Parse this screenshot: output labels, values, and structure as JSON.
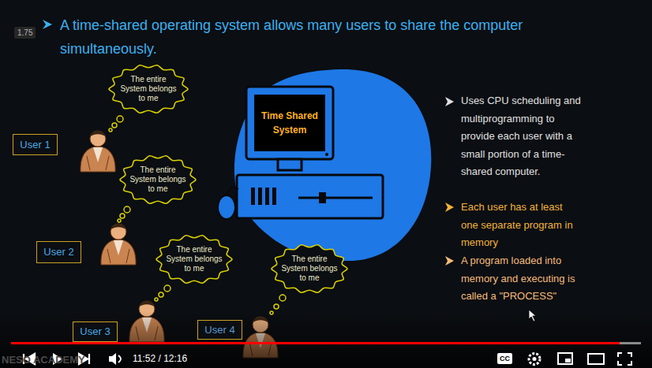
{
  "diagram": {
    "title": "A time-shared operating system allows many users to share the computer simultaneously.",
    "nodes": [
      {
        "text": [
          "The entire System belongs to me"
        ]
      },
      {
        "text": [
          "User 1"
        ]
      },
      {
        "text": [
          "The entire System belongs to me"
        ]
      },
      {
        "text": [
          "User 2"
        ]
      },
      {
        "text": [
          "Time Shared System"
        ]
      },
      {
        "text": [
          "The entire System belongs to me"
        ]
      },
      {
        "text": [
          "The entire System belongs to me"
        ]
      },
      {
        "text": [
          "User 3"
        ]
      },
      {
        "text": [
          "User 4"
        ]
      }
    ],
    "labels": [
      "1.75",
      "Uses CPU scheduling and multiprogramming to provide each user with a small portion of a time-shared computer.",
      "Each user has at least one separate program in memory",
      "A program loaded into memory and executing is called a \"PROCESS\"",
      "11:52 / 12:16",
      "CC",
      "NESO ACADEMY"
    ]
  }
}
